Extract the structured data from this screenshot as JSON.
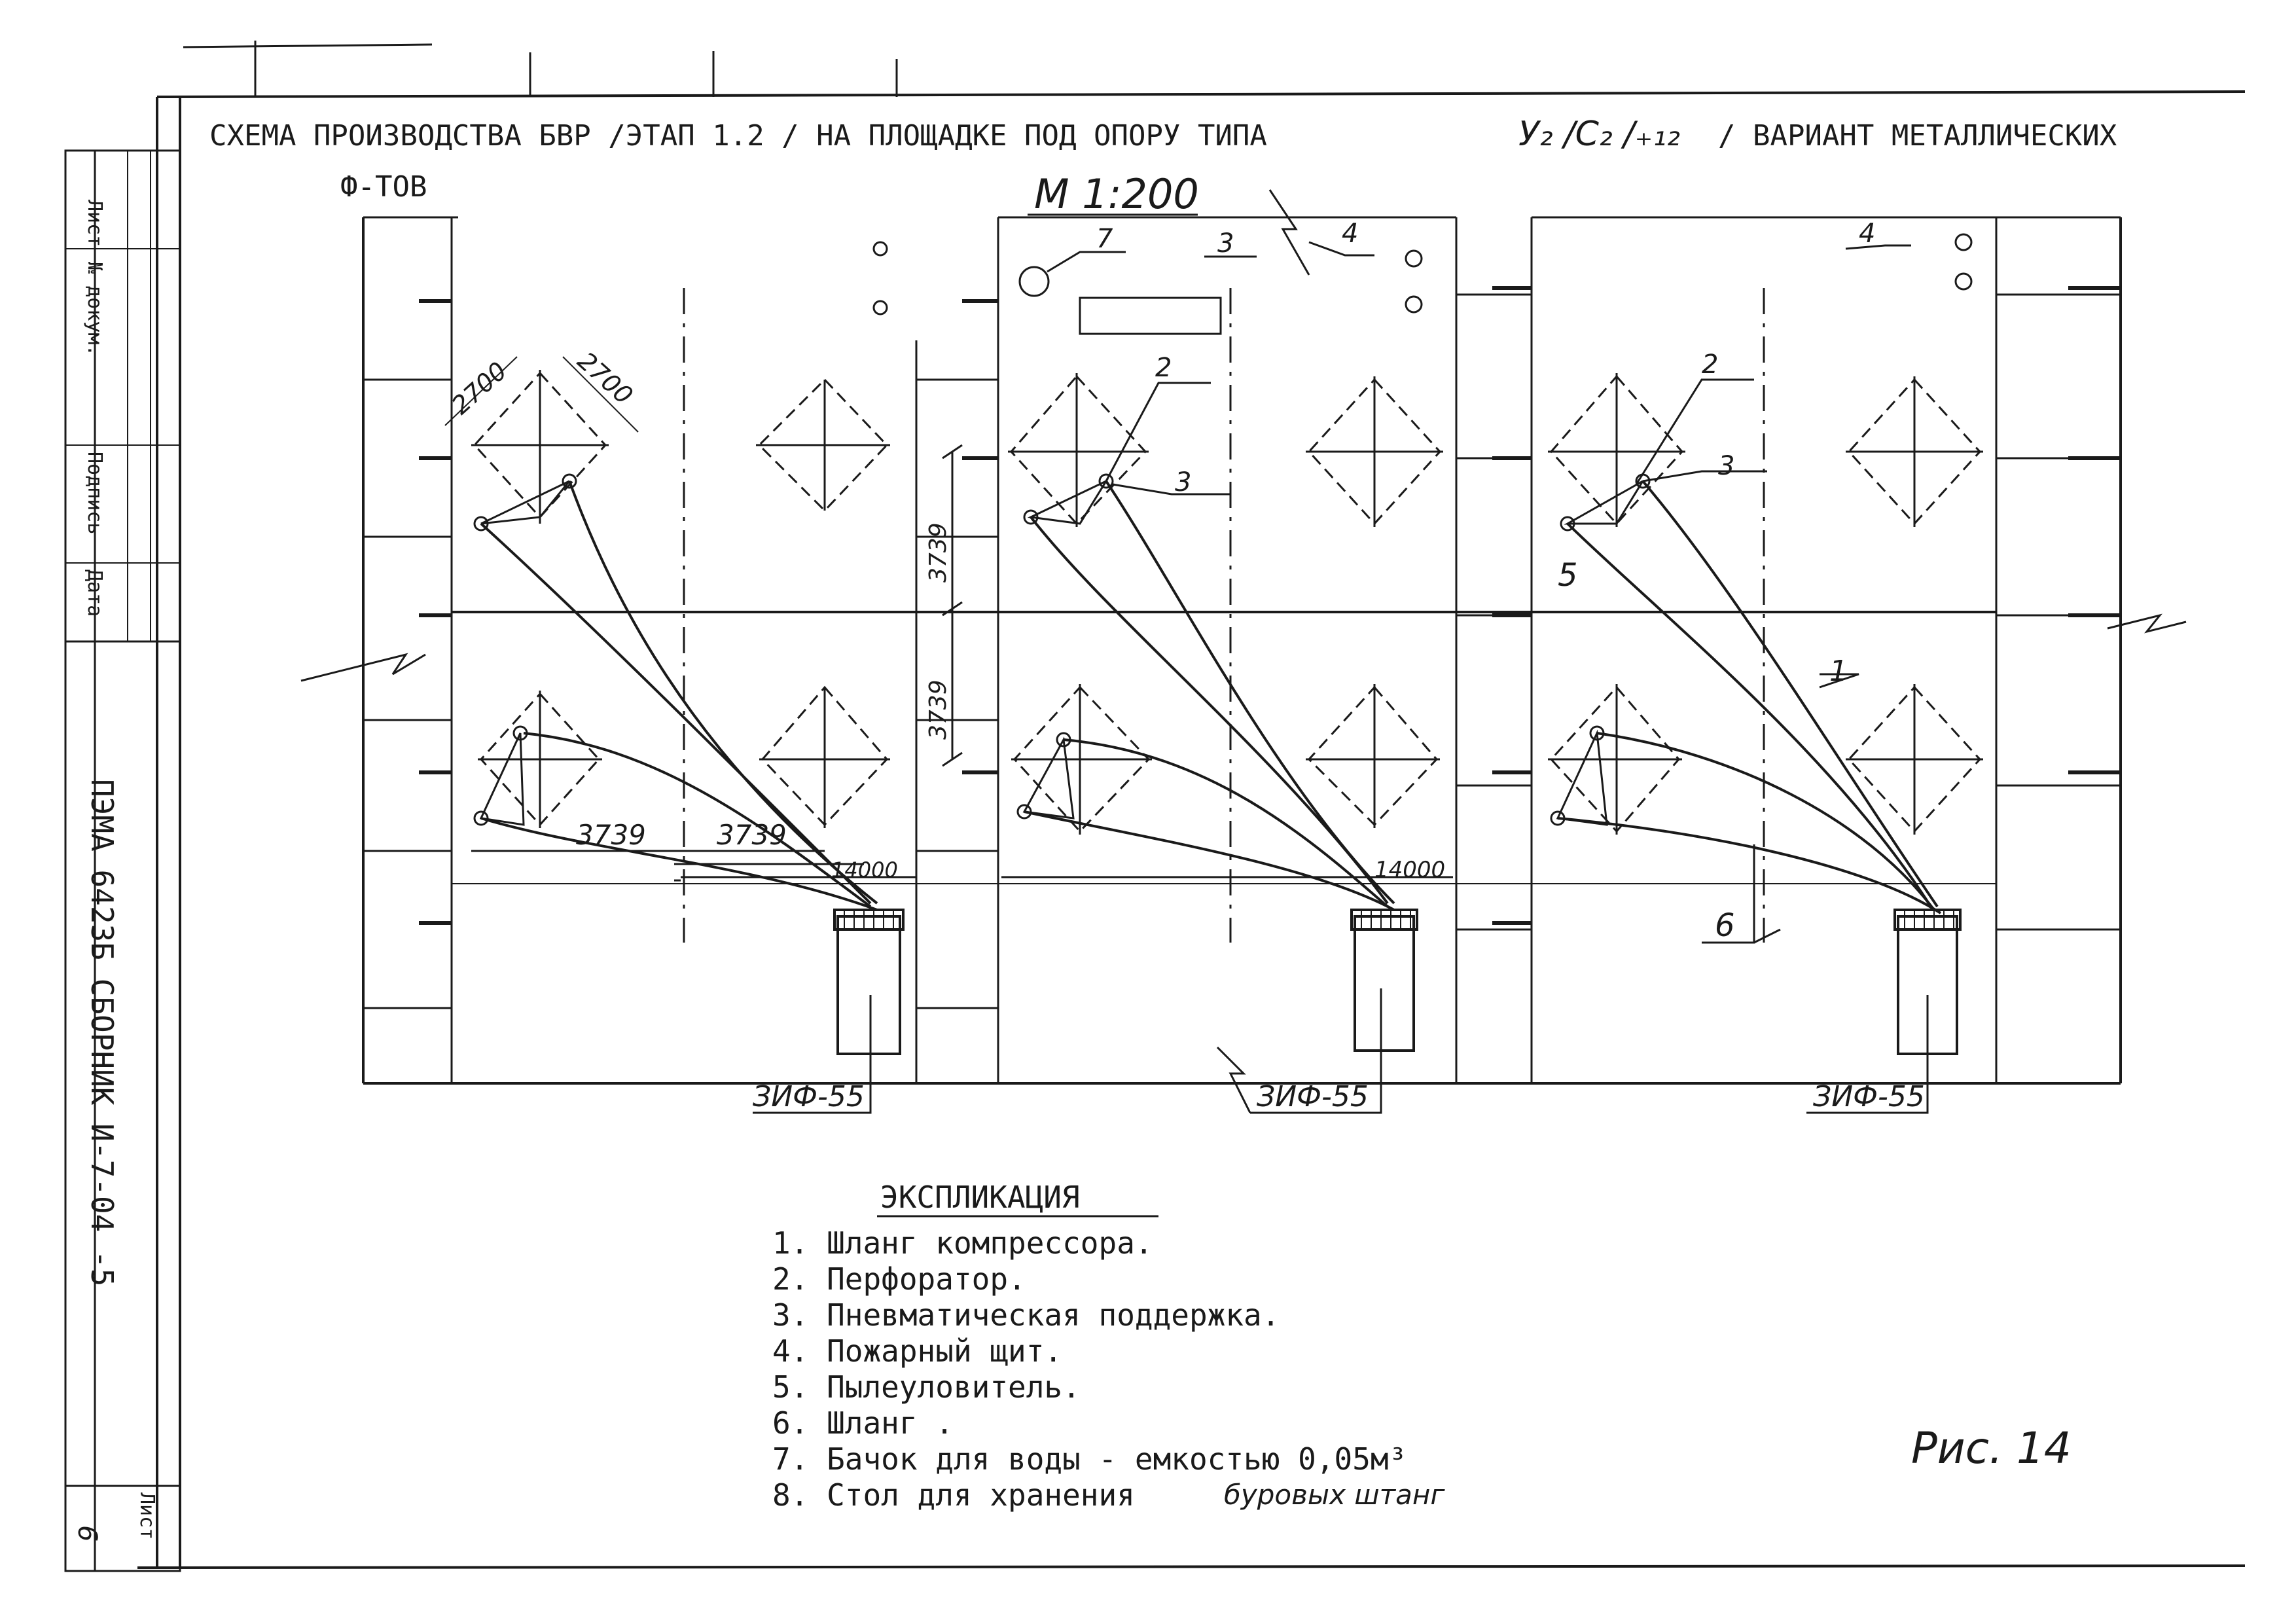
{
  "header": {
    "title_line1": "СХЕМА   ПРОИЗВОДСТВА БВР /ЭТАП 1.2 / НА ПЛОЩАДКЕ ПОД ОПОРУ ТИПА",
    "support_type": "У₂ /С₂ /₊₁₂",
    "title_line1_end": "/ ВАРИАНТ МЕТАЛЛИЧЕСКИХ",
    "title_line2": "Ф-ТОВ",
    "scale": "М 1:200"
  },
  "side_stamp": {
    "col_headers": [
      "Лист",
      "№ докум.",
      "Подпись",
      "Дата"
    ],
    "doc_code": "ПЭМА 6423Б   СБОРНИК И-7-04 -5",
    "sheet_label": "Лист",
    "sheet_number": "6"
  },
  "callouts": {
    "n1": "1",
    "n2": "2",
    "n3": "3",
    "n4": "4",
    "n5": "5",
    "n6": "6",
    "n7": "7"
  },
  "dimensions": {
    "d2700": "2700",
    "d3739": "3739",
    "d3739b": "3739",
    "d3739c": "3739",
    "d3739d": "3739",
    "d14000": "14000",
    "d14000b": "14000"
  },
  "compressors": [
    "ЗИФ-55",
    "ЗИФ-55",
    "ЗИФ-55"
  ],
  "legend": {
    "title": "ЭКСПЛИКАЦИЯ",
    "items": [
      "1.  Шланг компрессора.",
      "2.  Перфоратор.",
      "3.  Пневматическая поддержка.",
      "4.  Пожарный щит.",
      "5.  Пылеуловитель.",
      "6.  Шланг .",
      "7.  Бачок для воды - емкостью 0,05м³",
      "8.  Стол для хранения"
    ],
    "item8_handwritten": "буровых штанг"
  },
  "figure_label": "Рис. 14"
}
